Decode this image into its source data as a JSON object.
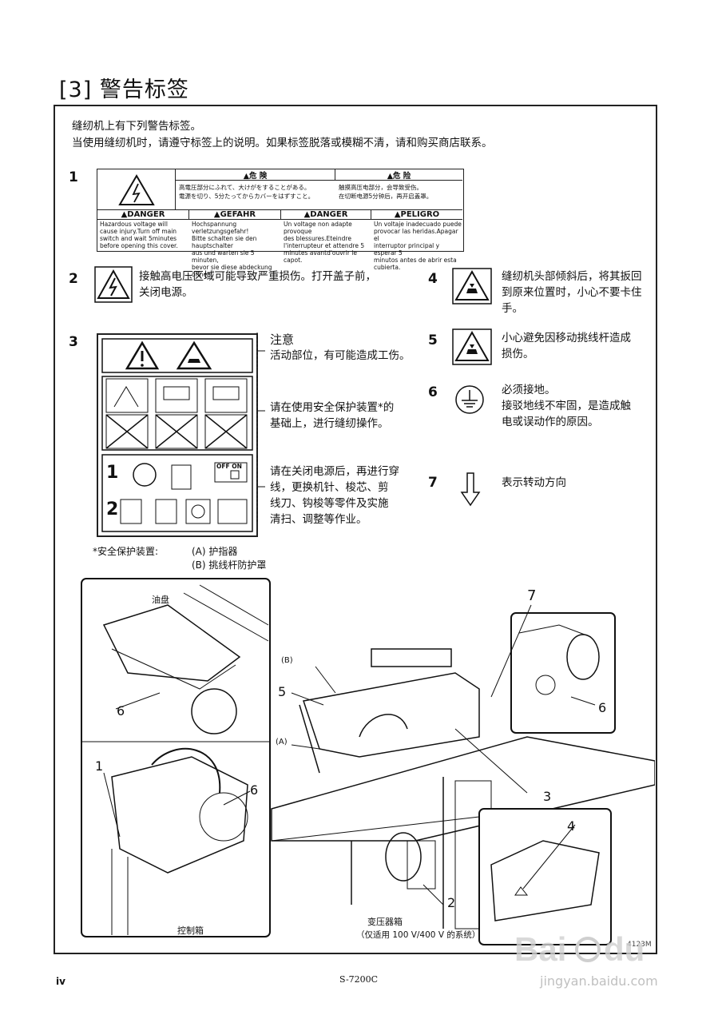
{
  "section_title": "[3]  警告标签",
  "intro": [
    "缝纫机上有下列警告标签。",
    "当使用缝纫机时，请遵守标签上的说明。如果标签脱落或模糊不清，请和购买商店联系。"
  ],
  "label1": {
    "kiken_jp": "▲危 険",
    "kiken_jp_text": [
      "高電圧部分にふれて、大けがをすることがある。",
      "電源を切り、5分たってからカバーをはずすこと。"
    ],
    "kiken_cn": "▲危 险",
    "kiken_cn_text": [
      "触摸高压电部分，会导致受伤。",
      "在切断电源5分钟后，再开启盖罩。"
    ],
    "danger_en": "▲DANGER",
    "danger_en_text": [
      "Hazardous voltage will",
      "cause injury.Turn off main",
      "switch and wait 5minutes",
      "before opening this cover."
    ],
    "gefahr": "▲GEFAHR",
    "gefahr_text": [
      "Hochspannung verletzungsgefahr!",
      "Bitte schalten sie den hauptschalter",
      "aus und warten sie 5 minuten,",
      "bevor sie diese abdeckung öffnen."
    ],
    "danger_fr": "▲DANGER",
    "danger_fr_text": [
      "Un voltage non adapte provoque",
      "des blessures.Eteindre",
      "l'interrupteur et attendre 5",
      "minutes avantd'ouvrir le capot."
    ],
    "peligro": "▲PELIGRO",
    "peligro_text": [
      "Un voltaje inadecuado puede",
      "provocar las heridas.Apagar el",
      "interruptor principal y esperar 5",
      "minutos antes de abrir esta cubierta."
    ]
  },
  "items": {
    "n1": "1",
    "n2": "2",
    "n3": "3",
    "n4": "4",
    "n5": "5",
    "n6": "6",
    "n7": "7",
    "t2": [
      "接触高电压区域可能导致严重损伤。打开盖子前，",
      "关闭电源。"
    ],
    "t4": [
      "缝纫机头部倾斜后，将其扳回",
      "到原来位置时，小心不要卡住",
      "手。"
    ],
    "t5": [
      "小心避免因移动挑线杆造成",
      "损伤。"
    ],
    "t6": [
      "必须接地。",
      "接驳地线不牢固，是造成触",
      "电或误动作的原因。"
    ],
    "t7": "表示转动方向",
    "t3a": [
      "注意",
      "活动部位，有可能造成工伤。"
    ],
    "t3b": [
      "请在使用安全保护装置*的",
      "基础上，进行缝纫操作。"
    ],
    "t3c": [
      "请在关闭电源后，再进行穿",
      "线，更换机针、梭芯、剪",
      "线刀、钩梭等零件及实施",
      "清扫、调整等作业。"
    ],
    "off_on": "OFF ON",
    "step1": "1",
    "step2": "2"
  },
  "safety_note": {
    "label": "*安全保护装置:",
    "a": "(A)  护指器",
    "b": "(B)  挑线杆防护罩"
  },
  "figure": {
    "oil_pan": "油盘",
    "control_box": "控制箱",
    "transformer": "变压器箱",
    "transformer_note": "（仅适用 100 V/400 V 的系统）",
    "c6a": "6",
    "c1": "1",
    "c6b": "6",
    "c7": "7",
    "c6c": "6",
    "cB": "(B)",
    "c5": "5",
    "cA": "(A)",
    "c3": "3",
    "c4": "4",
    "c2": "2",
    "fig_id": "4123M"
  },
  "footer": {
    "page": "iv",
    "model": "S-7200C",
    "watermark_url": "jingyan.baidu.com"
  }
}
